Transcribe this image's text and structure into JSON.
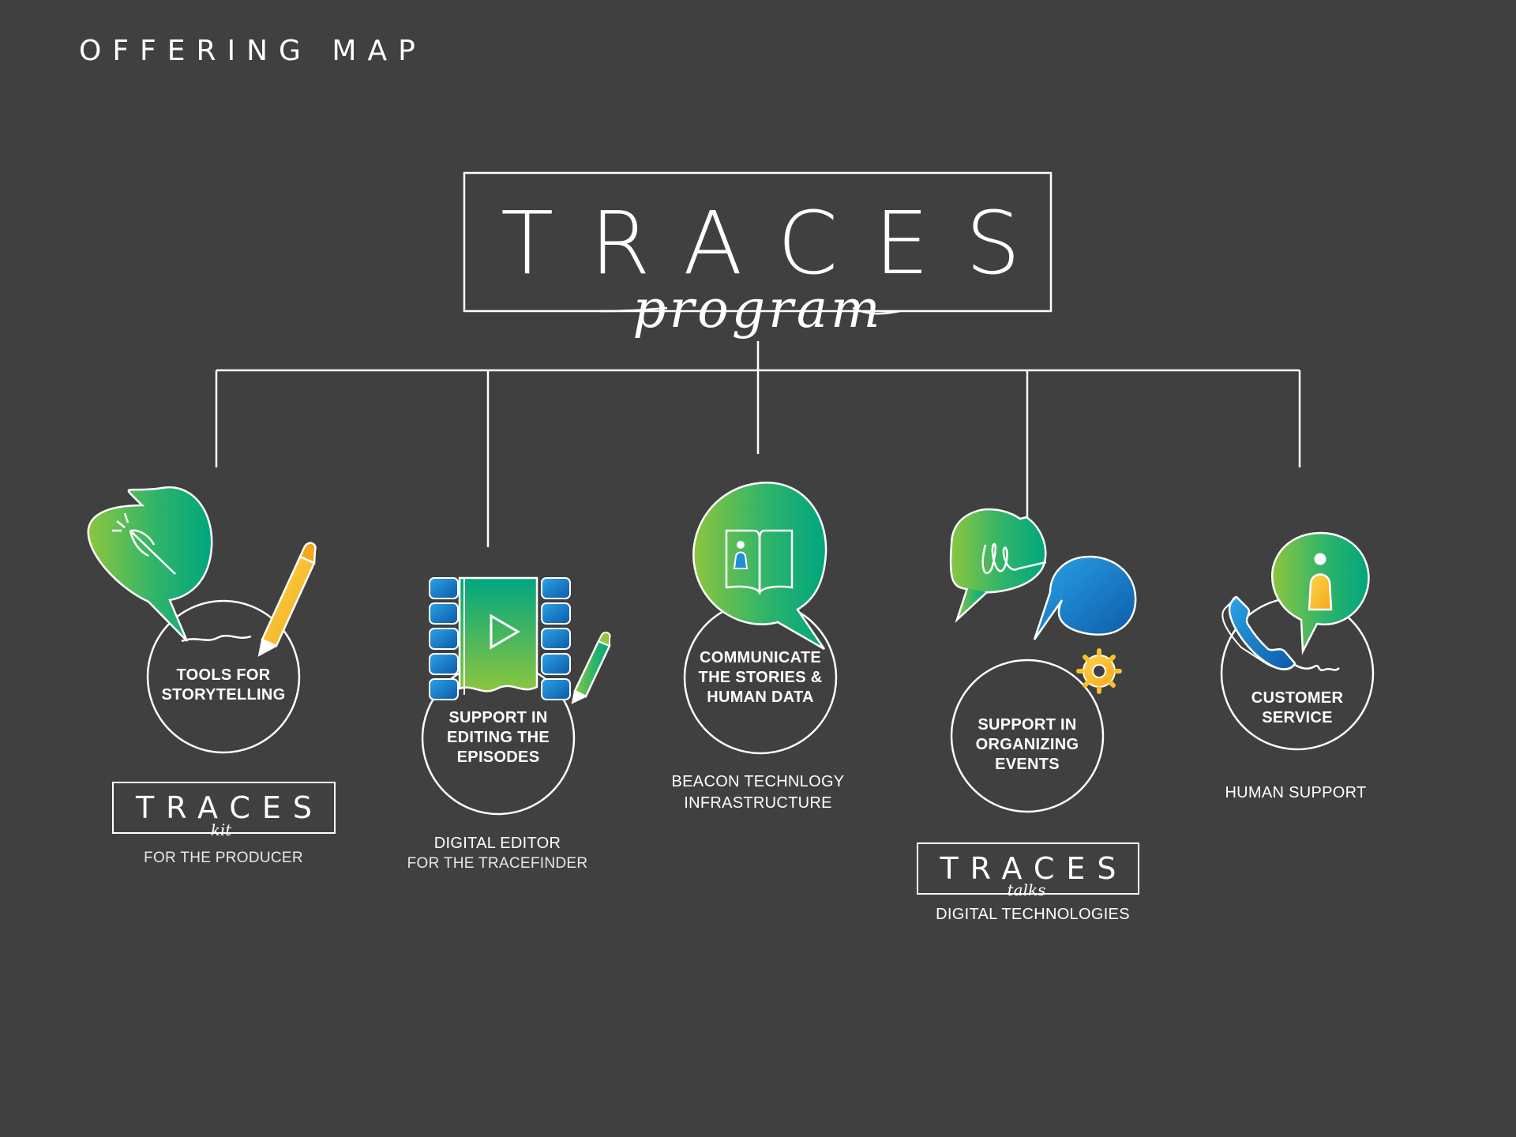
{
  "page": {
    "title": "OFFERING MAP"
  },
  "root": {
    "logo": "TRACES",
    "script": "program"
  },
  "nodes": [
    {
      "label": [
        "TOOLS FOR",
        "STORYTELLING"
      ],
      "caption": "FOR THE PRODUCER",
      "sublogo": {
        "word": "TRACES",
        "script": "kit"
      }
    },
    {
      "label": [
        "SUPPORT IN",
        "EDITING THE",
        "EPISODES"
      ],
      "caption_bold": "DIGITAL EDITOR",
      "caption": "FOR THE TRACEFINDER"
    },
    {
      "label": [
        "COMMUNICATE",
        "THE STORIES &",
        "HUMAN DATA"
      ],
      "caption_bold": [
        "BEACON TECHNLOGY",
        "INFRASTRUCTURE"
      ]
    },
    {
      "label": [
        "SUPPORT IN",
        "ORGANIZING",
        "EVENTS"
      ],
      "caption_bold": "DIGITAL TECHNOLOGIES",
      "sublogo": {
        "word": "TRACES",
        "script": "talks"
      }
    },
    {
      "label": [
        "CUSTOMER",
        "SERVICE"
      ],
      "caption_bold": "HUMAN SUPPORT"
    }
  ],
  "colors": {
    "background": "#404040",
    "line": "#ffffff",
    "green_light": "#8cc63f",
    "green_dark": "#00a67e",
    "blue": "#1f8fd6",
    "blue_dark": "#0d5aa7",
    "yellow": "#f7c325"
  },
  "icons": [
    "carrot-icon",
    "pencil-icon",
    "film-strip-icon",
    "play-icon",
    "book-icon",
    "person-icon",
    "signature-icon",
    "gear-icon",
    "phone-icon"
  ]
}
